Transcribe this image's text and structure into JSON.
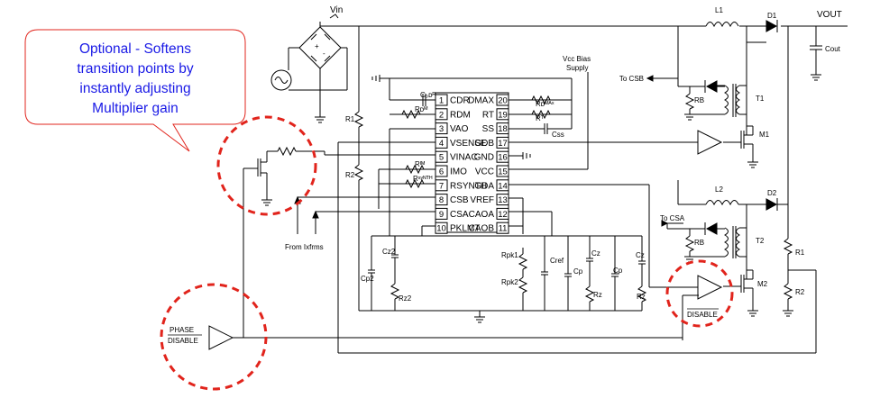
{
  "callout": {
    "lines": [
      "Optional - Softens",
      "transition points by",
      "instantly adjusting",
      "Multiplier gain"
    ]
  },
  "ic": {
    "left_pins": [
      {
        "num": "1",
        "name": "CDR"
      },
      {
        "num": "2",
        "name": "RDM"
      },
      {
        "num": "3",
        "name": "VAO"
      },
      {
        "num": "4",
        "name": "VSENSE"
      },
      {
        "num": "5",
        "name": "VINAC"
      },
      {
        "num": "6",
        "name": "IMO"
      },
      {
        "num": "7",
        "name": "RSYNTH"
      },
      {
        "num": "8",
        "name": "CSB"
      },
      {
        "num": "9",
        "name": "CSA"
      },
      {
        "num": "10",
        "name": "PKLMT"
      }
    ],
    "right_pins": [
      {
        "num": "20",
        "name": "DMAX"
      },
      {
        "num": "19",
        "name": "RT"
      },
      {
        "num": "18",
        "name": "SS"
      },
      {
        "num": "17",
        "name": "GDB"
      },
      {
        "num": "16",
        "name": "GND"
      },
      {
        "num": "15",
        "name": "VCC"
      },
      {
        "num": "14",
        "name": "GDA"
      },
      {
        "num": "13",
        "name": "VREF"
      },
      {
        "num": "12",
        "name": "CAOA"
      },
      {
        "num": "11",
        "name": "CAOB"
      }
    ]
  },
  "labels": {
    "vin": "Vin",
    "vout": "VOUT",
    "l1": "L1",
    "l2": "L2",
    "d1": "D1",
    "d2": "D2",
    "cout": "Cout",
    "t1": "T1",
    "t2": "T2",
    "m1": "M1",
    "m2": "M2",
    "rb1": "RB",
    "rb2": "RB",
    "to_csb": "To CSB",
    "to_csa": "To CSA",
    "r1_left": "R1",
    "r2_left": "R2",
    "r1_right": "R1",
    "r2_right": "R2",
    "vcc_bias_1": "Vcc Bias",
    "vcc_bias_2": "Supply",
    "from_ixfrms": "From Ixfrms",
    "cp2": "Cp2",
    "cz2": "Cz2",
    "rz2": "Rz2",
    "rpk1": "Rpk1",
    "rpk2": "Rpk2",
    "cref": "Cref",
    "cp_a": "Cp",
    "cz_a": "Cz",
    "rz_a": "Rz",
    "cp_b": "Cp",
    "cz_b": "Cz",
    "rz_b": "Rz",
    "cdr": "C₀ᴅᴿ",
    "rdm": "Rᴅᴹ",
    "rdmax": "Rᴅᴹᴬˣ",
    "rrt": "Rᵀ",
    "css": "Css",
    "rim": "Rᴵᴹ",
    "rsynth": "Rˢʸᴺᵀᴴ",
    "phase": "PHASE",
    "disable": "DISABLE",
    "disable2": "DISABLE"
  },
  "colors": {
    "callout_text": "#1a1ae6",
    "callout_border": "#e1241c",
    "dashed_circle": "#e1241c",
    "wire": "#000000"
  }
}
